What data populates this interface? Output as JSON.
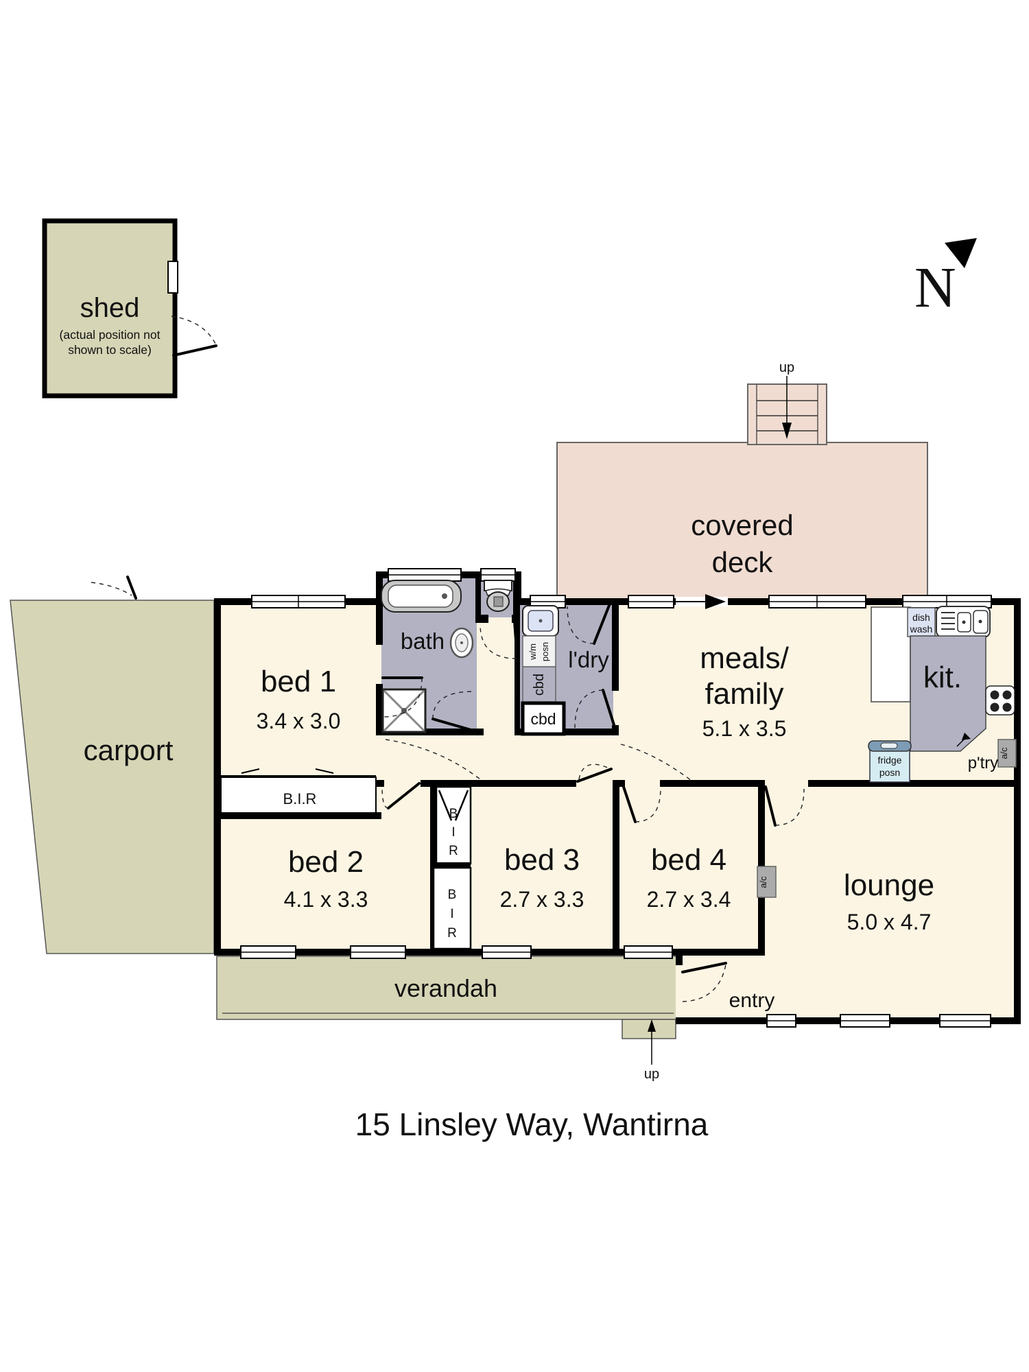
{
  "title": "15 Linsley Way, Wantirna",
  "north": {
    "label": "N"
  },
  "shed": {
    "label": "shed",
    "note_line1": "(actual position not",
    "note_line2": "shown to scale)"
  },
  "outdoor": {
    "carport": "carport",
    "verandah": "verandah",
    "covered_deck_line1": "covered",
    "covered_deck_line2": "deck",
    "entry": "entry",
    "deck_stairs_up": "up",
    "porch_up": "up"
  },
  "rooms": {
    "bed1": {
      "label": "bed 1",
      "dims": "3.4 x 3.0"
    },
    "bed2": {
      "label": "bed 2",
      "dims": "4.1 x 3.3"
    },
    "bed3": {
      "label": "bed 3",
      "dims": "2.7 x 3.3"
    },
    "bed4": {
      "label": "bed 4",
      "dims": "2.7 x 3.4"
    },
    "lounge": {
      "label": "lounge",
      "dims": "5.0 x 4.7"
    },
    "meals": {
      "label_line1": "meals/",
      "label_line2": "family",
      "dims": "5.1 x 3.5"
    },
    "kitchen": {
      "label": "kit."
    },
    "bath": {
      "label": "bath"
    },
    "laundry": {
      "label": "l'dry"
    }
  },
  "fixtures": {
    "bir_main": "B.I.R",
    "bir_letters": [
      "B",
      "I",
      "R"
    ],
    "cbd_rotated": "cbd",
    "cbd_box": "cbd",
    "wm_line1": "w/m",
    "wm_line2": "posn",
    "dishwasher_line1": "dish",
    "dishwasher_line2": "wash",
    "fridge_line1": "fridge",
    "fridge_line2": "posn",
    "pantry": "p'try",
    "ac": "a/c"
  },
  "colors": {
    "room_fill": "#fcf5e3",
    "wet_area_fill": "#b2b2c3",
    "outdoor_fill": "#d6d5b6",
    "deck_fill": "#f0dcd1",
    "wall": "#000000",
    "fridge_fill": "#d5ecf2",
    "appliance_fill": "#dce2f2",
    "ac_fill": "#ababab"
  }
}
